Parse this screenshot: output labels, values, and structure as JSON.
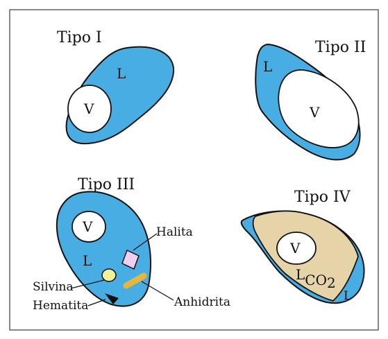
{
  "figure": {
    "colors": {
      "liquid": "#48ADE3",
      "vapor": "#FFFFFF",
      "co2_liquid": "#E6D3A8",
      "halita": "#EECFF0",
      "silvina": "#EEF29A",
      "anhidrita": "#E9B53D",
      "hematita": "#111111",
      "outline": "#111111",
      "frame": "#555555"
    },
    "panels": [
      {
        "title": "Tipo I",
        "labels": {
          "liquid": "L",
          "vapor": "V"
        }
      },
      {
        "title": "Tipo II",
        "labels": {
          "liquid": "L",
          "vapor": "V"
        }
      },
      {
        "title": "Tipo III",
        "labels": {
          "liquid": "L",
          "vapor": "V"
        },
        "minerals": {
          "halita": "Halita",
          "silvina": "Silvina",
          "hematita": "Hematita",
          "anhidrita": "Anhidrita"
        }
      },
      {
        "title": "Tipo IV",
        "labels": {
          "vapor": "V",
          "co2_base": "L",
          "co2_sub": "CO",
          "co2_subnum": "2",
          "liquid": "L"
        }
      }
    ]
  }
}
